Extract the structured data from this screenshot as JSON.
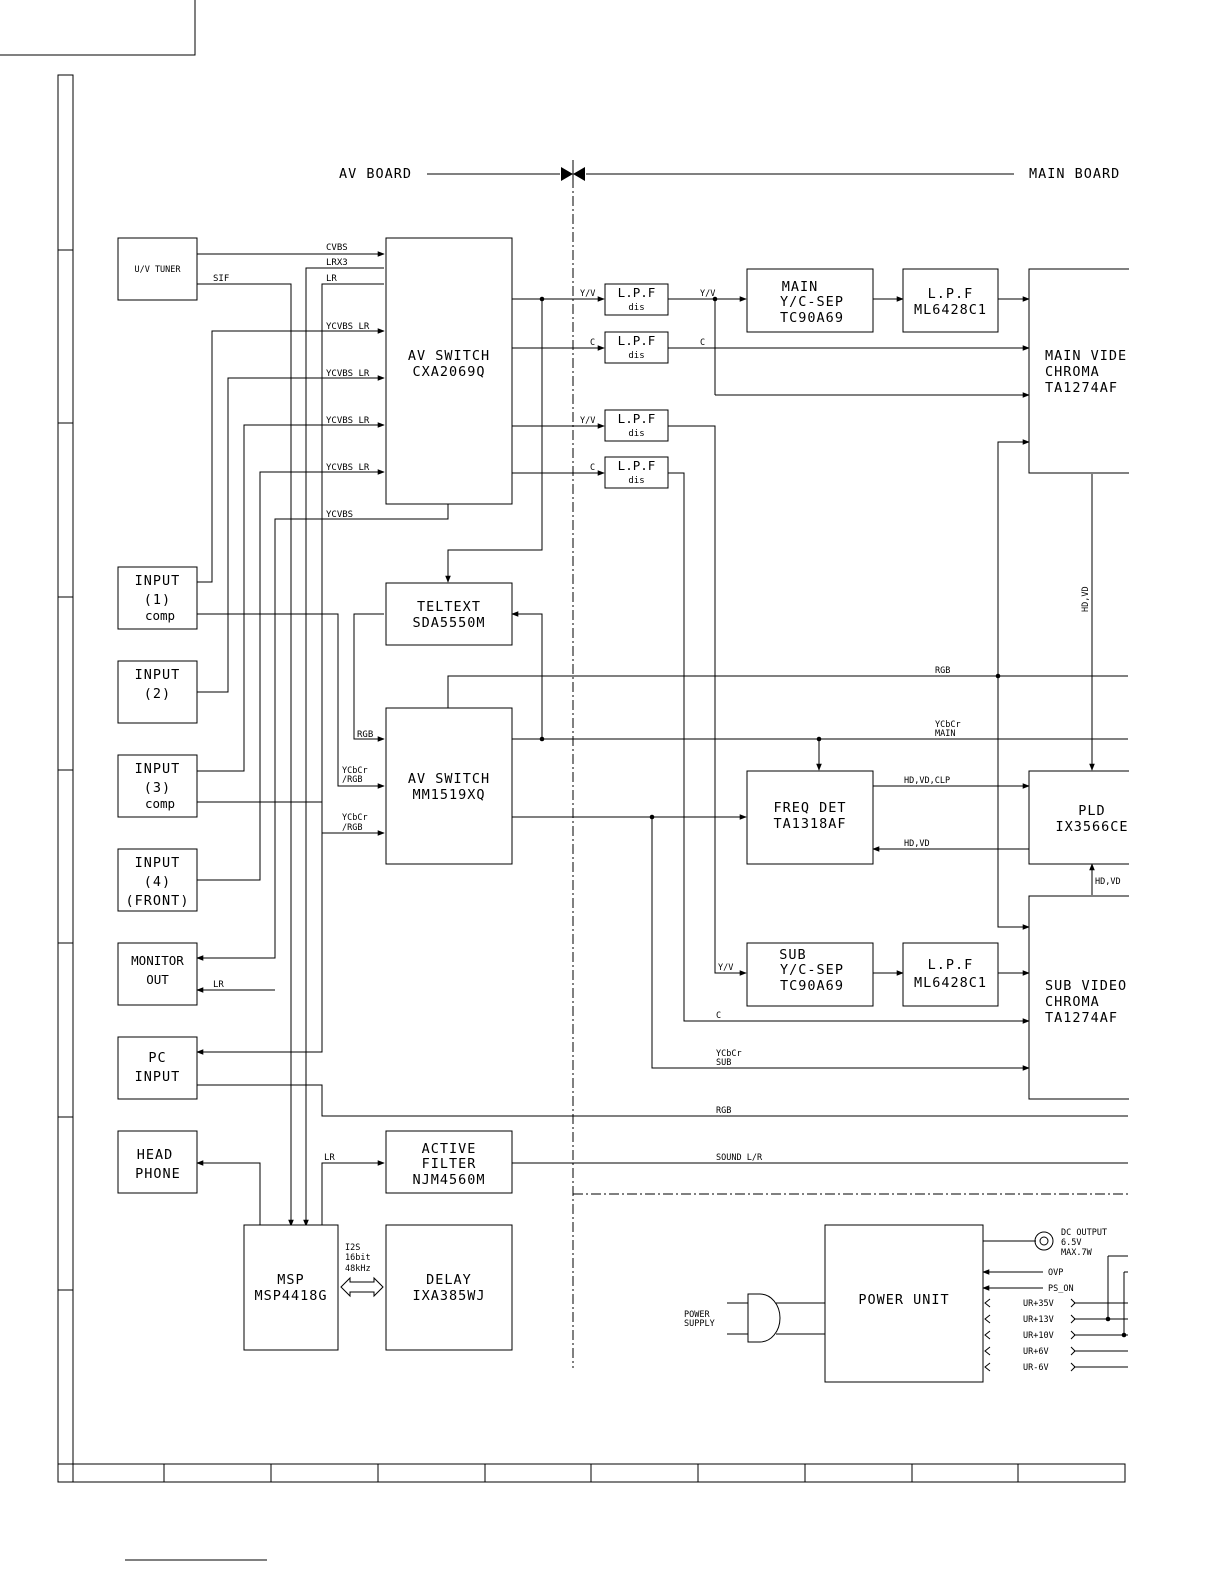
{
  "boards": {
    "av": "AV BOARD",
    "main": "MAIN BOARD"
  },
  "blocks": {
    "uv_tuner": "U/V TUNER",
    "av_switch1": [
      "AV SWITCH",
      "CXA2069Q"
    ],
    "teltext": [
      "TELTEXT",
      "SDA5550M"
    ],
    "av_switch2": [
      "AV SWITCH",
      "MM1519XQ"
    ],
    "input1": [
      "INPUT",
      "(1)",
      "comp"
    ],
    "input2": [
      "INPUT",
      "(2)"
    ],
    "input3": [
      "INPUT",
      "(3)",
      "comp"
    ],
    "input4": [
      "INPUT",
      "(4)",
      "(FRONT)"
    ],
    "monitor_out": [
      "MONITOR",
      "OUT"
    ],
    "pc_input": [
      "PC",
      "INPUT"
    ],
    "headphone": [
      "HEAD",
      "PHONE"
    ],
    "msp": [
      "MSP",
      "MSP4418G"
    ],
    "delay": [
      "DELAY",
      "IXA385WJ"
    ],
    "active_filter": [
      "ACTIVE",
      "FILTER",
      "NJM4560M"
    ],
    "lpf_dis": [
      "L.P.F",
      "dis"
    ],
    "main_ycsep": [
      "MAIN",
      "Y/C-SEP",
      "TC90A69"
    ],
    "sub_ycsep": [
      "SUB",
      "Y/C-SEP",
      "TC90A69"
    ],
    "lpf_ml": [
      "L.P.F",
      "ML6428C1"
    ],
    "main_video": [
      "MAIN VIDE",
      "CHROMA",
      "TA1274AF"
    ],
    "sub_video": [
      "SUB VIDEO",
      "CHROMA",
      "TA1274AF"
    ],
    "freq_det": [
      "FREQ DET",
      "TA1318AF"
    ],
    "pld": [
      "PLD",
      "IX3566CE"
    ],
    "power_unit": "POWER UNIT"
  },
  "signals": {
    "cvbs": "CVBS",
    "lrx3": "LRX3",
    "lr": "LR",
    "sif": "SIF",
    "ycvbs_lr": "YCVBS LR",
    "ycvbs": "YCVBS",
    "yv": "Y/V",
    "c": "C",
    "rgb": "RGB",
    "ycbcr_rgb": [
      "YCbCr",
      "/RGB"
    ],
    "ycbcr_main": [
      "YCbCr",
      "MAIN"
    ],
    "ycbcr_sub": [
      "YCbCr",
      "SUB"
    ],
    "hd_vd_clp": "HD,VD,CLP",
    "hd_vd": "HD,VD",
    "sound_lr": "SOUND L/R",
    "i2s": [
      "I2S",
      "16bit",
      "48kHz"
    ]
  },
  "power": {
    "power_supply": [
      "POWER",
      "SUPPLY"
    ],
    "dc_output": [
      "DC OUTPUT",
      "6.5V",
      "MAX.7W"
    ],
    "rails": [
      "OVP",
      "PS_ON",
      "UR+35V",
      "UR+13V",
      "UR+10V",
      "UR+6V",
      "UR-6V"
    ]
  }
}
